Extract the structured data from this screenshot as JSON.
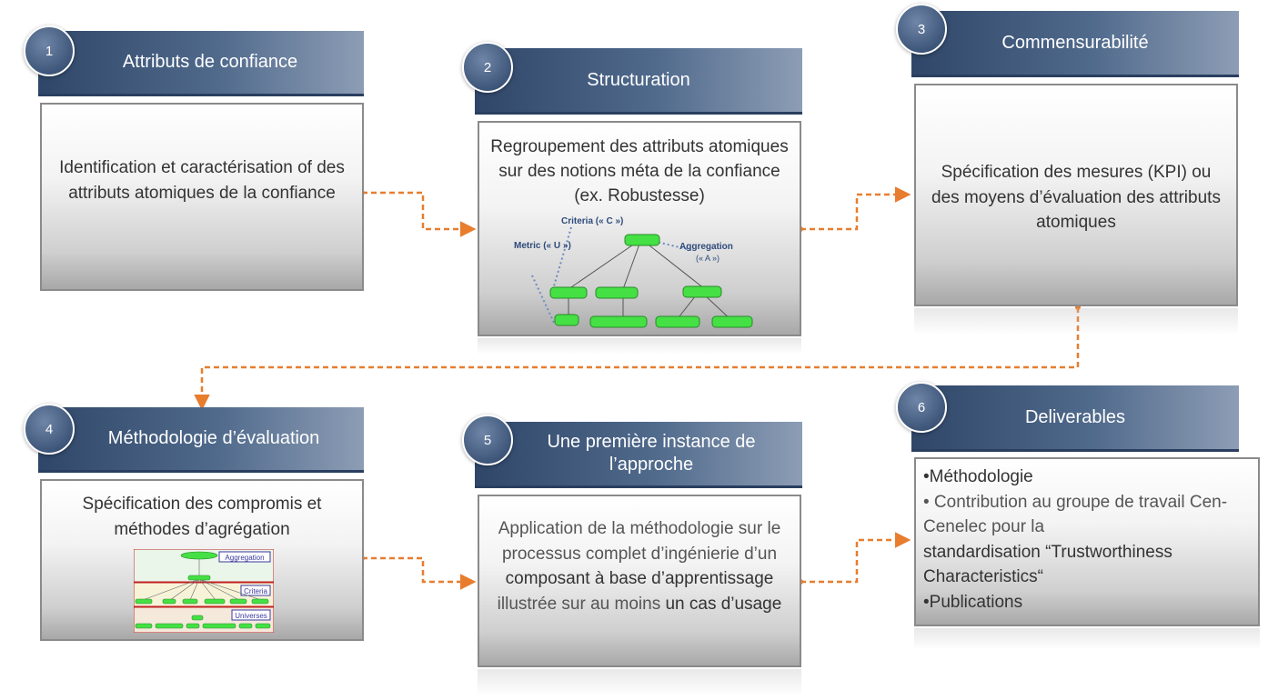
{
  "steps": [
    {
      "number": "1",
      "title": "Attributs de confiance",
      "body": "Identification et caractérisation of des attributs atomiques de la confiance"
    },
    {
      "number": "2",
      "title": "Structuration",
      "body": "Regroupement des attributs atomiques sur des notions méta de la confiance (ex. Robustesse)"
    },
    {
      "number": "3",
      "title": "Commensurabilité",
      "body": "Spécification des mesures (KPI) ou des moyens d’évaluation des attributs atomiques"
    },
    {
      "number": "4",
      "title": "Méthodologie d’évaluation",
      "body": "Spécification des compromis et méthodes d’agrégation"
    },
    {
      "number": "5",
      "title": "Une première instance de l’approche",
      "body_a": "Application de la méthodologie sur le processus complet d’ingénierie d’un",
      "body_b": "composant à base d’apprentissage",
      "body_c": "illustrée sur au moins",
      "body_d": "un cas d’usage"
    },
    {
      "number": "6",
      "title": "Deliverables",
      "items": [
        "•Méthodologie",
        "• Contribution au groupe de travail Cen-Cenelec pour la",
        "standardisation “Trustworthiness Characteristics“",
        "•Publications"
      ]
    }
  ],
  "tree_labels": {
    "criteria": "Criteria (« C »)",
    "metric": "Metric (« U »)",
    "aggregation": "Aggregation",
    "aggregation_sub": "(« A »)"
  },
  "layer_labels": {
    "aggregation": "Aggregation",
    "criteria": "Criteria",
    "universes": "Universes"
  },
  "colors": {
    "header": "#3b5478",
    "arrow": "#e87d2e",
    "node": "#44e044"
  }
}
